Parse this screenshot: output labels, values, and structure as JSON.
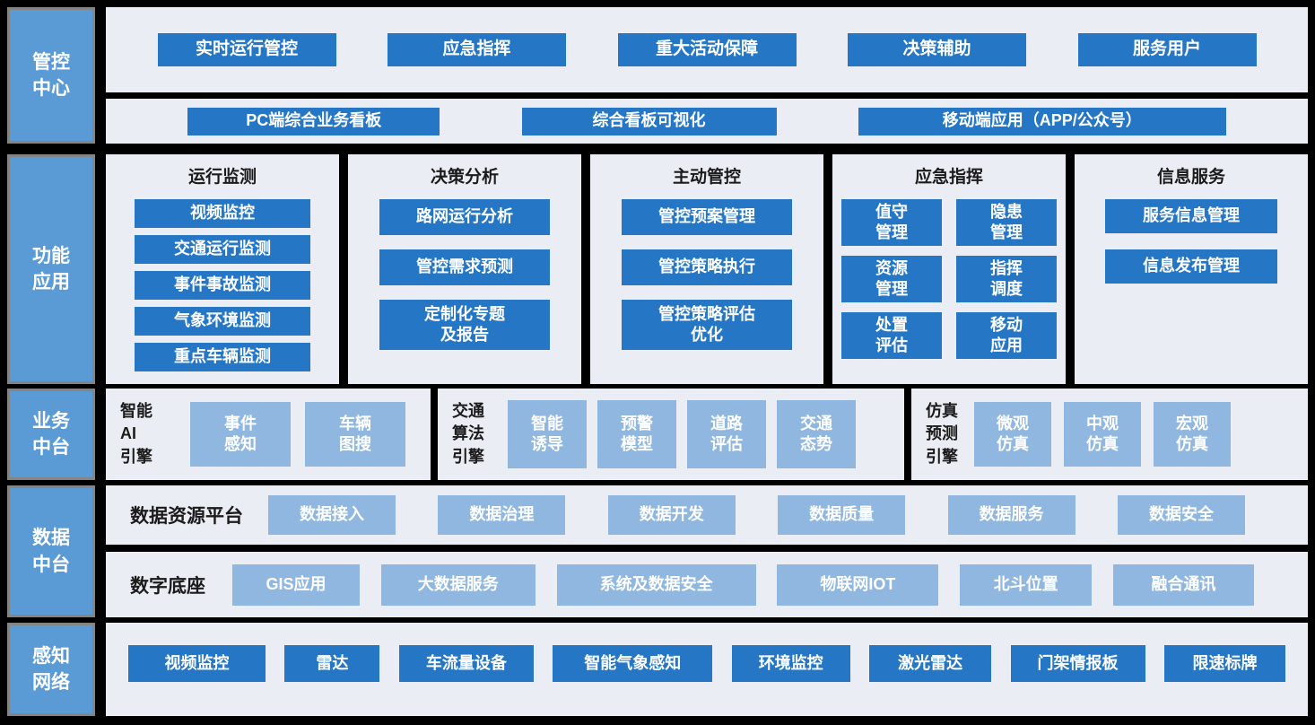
{
  "colors": {
    "dark_blue": "#2577C5",
    "light_blue": "#8FB7E0",
    "label_blue": "#5B9BD5",
    "panel_bg": "#EBEDF4"
  },
  "sidebar": {
    "control_center": "管控\n中心",
    "function_apps": "功能\n应用",
    "business_platform": "业务\n中台",
    "data_platform": "数据\n中台",
    "perception_network": "感知\n网络"
  },
  "control_center": {
    "top_buttons": [
      "实时运行管控",
      "应急指挥",
      "重大活动保障",
      "决策辅助",
      "服务用户"
    ],
    "bottom_buttons": [
      "PC端综合业务看板",
      "综合看板可视化",
      "移动端应用（APP/公众号）"
    ]
  },
  "function_apps": {
    "columns": [
      {
        "title": "运行监测",
        "buttons": [
          "视频监控",
          "交通运行监测",
          "事件事故监测",
          "气象环境监测",
          "重点车辆监测"
        ]
      },
      {
        "title": "决策分析",
        "buttons": [
          "路网运行分析",
          "管控需求预测",
          "定制化专题\n及报告"
        ]
      },
      {
        "title": "主动管控",
        "buttons": [
          "管控预案管理",
          "管控策略执行",
          "管控策略评估\n优化"
        ]
      },
      {
        "title": "应急指挥",
        "buttons": [
          "值守\n管理",
          "隐患\n管理",
          "资源\n管理",
          "指挥\n调度",
          "处置\n评估",
          "移动\n应用"
        ]
      },
      {
        "title": "信息服务",
        "buttons": [
          "服务信息管理",
          "信息发布管理"
        ]
      }
    ]
  },
  "business_platform": {
    "engines": [
      {
        "label": "智能\nAI\n引擎",
        "buttons": [
          "事件\n感知",
          "车辆\n图搜"
        ]
      },
      {
        "label": "交通\n算法\n引擎",
        "buttons": [
          "智能\n诱导",
          "预警\n模型",
          "道路\n评估",
          "交通\n态势"
        ]
      },
      {
        "label": "仿真\n预测\n引擎",
        "buttons": [
          "微观\n仿真",
          "中观\n仿真",
          "宏观\n仿真"
        ]
      }
    ]
  },
  "data_platform": {
    "rows": [
      {
        "label": "数据资源平台",
        "buttons": [
          "数据接入",
          "数据治理",
          "数据开发",
          "数据质量",
          "数据服务",
          "数据安全"
        ]
      },
      {
        "label": "数字底座",
        "buttons": [
          "GIS应用",
          "大数据服务",
          "系统及数据安全",
          "物联网IOT",
          "北斗位置",
          "融合通讯"
        ]
      }
    ]
  },
  "perception_network": {
    "buttons": [
      "视频监控",
      "雷达",
      "车流量设备",
      "智能气象感知",
      "环境监控",
      "激光雷达",
      "门架情报板",
      "限速标牌"
    ]
  }
}
